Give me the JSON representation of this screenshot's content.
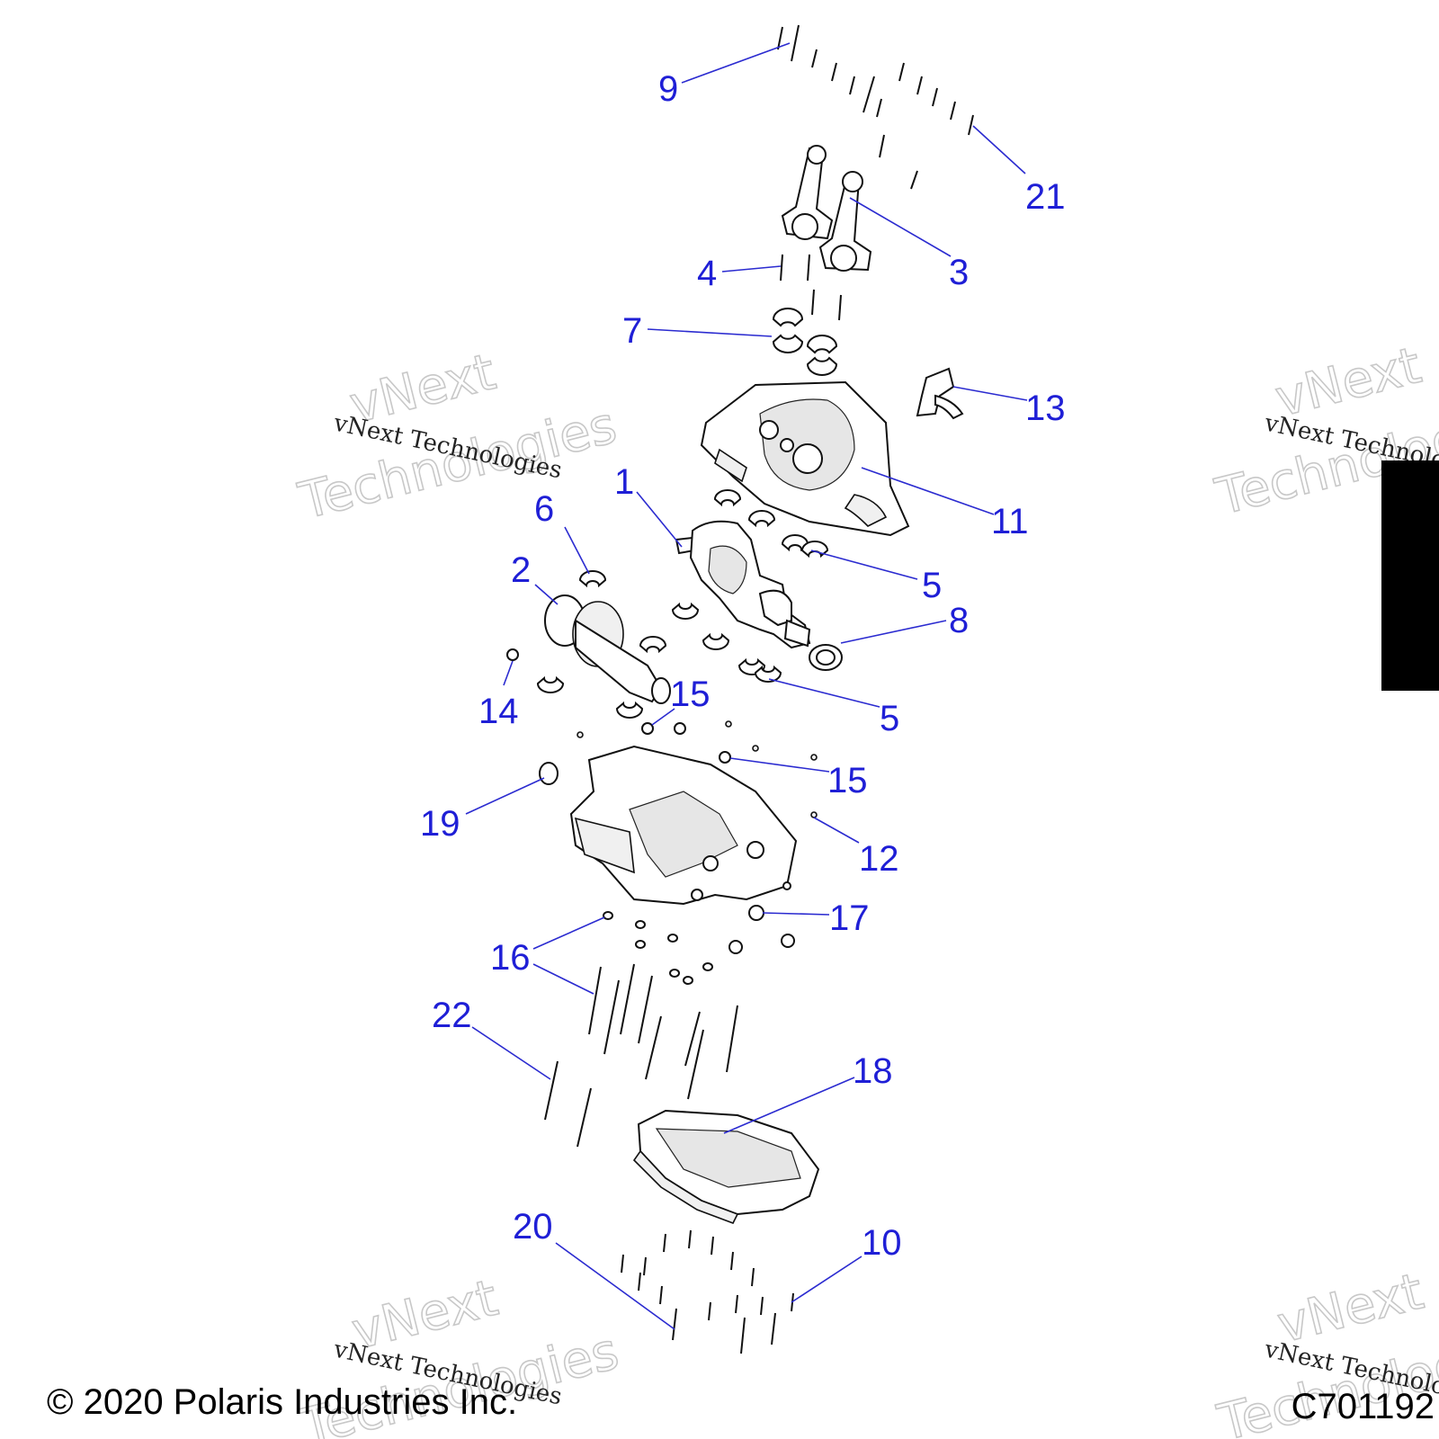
{
  "callouts": {
    "c1": "1",
    "c2": "2",
    "c3": "3",
    "c4": "4",
    "c5a": "5",
    "c5b": "5",
    "c6": "6",
    "c7": "7",
    "c8": "8",
    "c9": "9",
    "c10": "10",
    "c11": "11",
    "c12": "12",
    "c13": "13",
    "c14": "14",
    "c15a": "15",
    "c15b": "15",
    "c16": "16",
    "c17": "17",
    "c18": "18",
    "c19": "19",
    "c20": "20",
    "c21": "21",
    "c22": "22"
  },
  "watermark": {
    "large_line1": "vNext",
    "large_line2": "Technologies",
    "small_line": "vNext Technologies"
  },
  "footer": {
    "copyright": "© 2020 Polaris Industries Inc.",
    "figure_code": "C701192"
  },
  "colors": {
    "callout_blue": "#1f1fd6",
    "leader_blue": "#2b2bd0",
    "tab_black": "#000000"
  }
}
